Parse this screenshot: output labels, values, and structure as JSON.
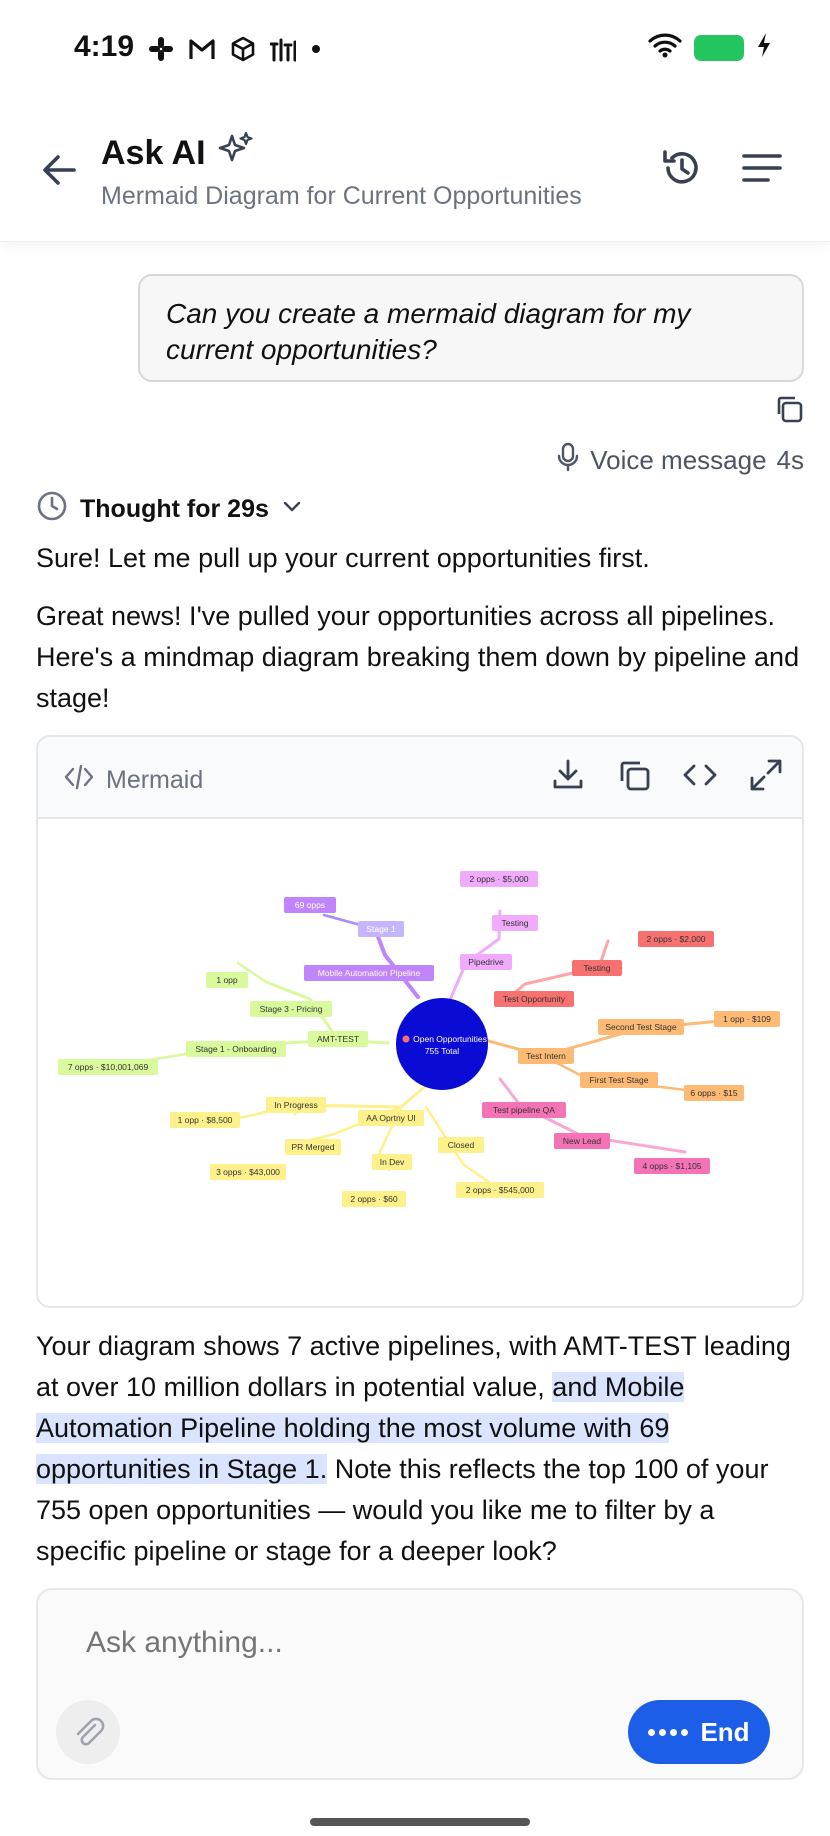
{
  "status_bar": {
    "time": "4:19",
    "icons": [
      "slack-icon",
      "gmail-icon",
      "cube-icon",
      "stats-icon",
      "dot-icon"
    ],
    "battery_color": "#22c55e"
  },
  "header": {
    "title": "Ask AI",
    "subtitle": "Mermaid Diagram for Current Opportunities"
  },
  "user_message": {
    "text": "Can you create a mermaid diagram for my current opportunities?",
    "voice_label": "Voice message",
    "voice_duration": "4s"
  },
  "assistant": {
    "thought_label": "Thought for 29s",
    "intro": "Sure! Let me pull up your current opportunities first.",
    "para": "Great news! I've pulled your opportunities across all pipelines. Here's a mindmap diagram breaking them down by pipeline and stage!",
    "summary_plain": "Your diagram shows 7 active pipelines, with AMT-TEST leading at over 10 million dollars in potential value, ",
    "summary_highlight": "and Mobile Automation Pipeline holding the most volume with 69 opportunities in Stage 1.",
    "summary_rest": " Note this reflects the top 100 of your 755 open opportunities — would you like me to filter by a specific pipeline or stage for a deeper look?"
  },
  "mermaid": {
    "label": "Mermaid",
    "center_line1": "Open Opportunities",
    "center_line2": "755 Total",
    "nodes": {
      "n_stage1_count": "69 opps",
      "n_stage1": "Stage 1",
      "n_map": "Mobile Automation Pipeline",
      "n_1opp": "1 opp",
      "n_pricing": "Stage 3 - Pricing",
      "n_onboarding": "Stage 1 - Onboarding",
      "n_amt": "AMT-TEST",
      "n_7opps": "7 opps · $10,001,069",
      "n_inprog": "In Progress",
      "n_inprog_val": "1 opp · $8,500",
      "n_prmerged": "PR Merged",
      "n_pr_val": "3 opps · $43,000",
      "n_aa": "AA Oprtny UI",
      "n_indev": "In Dev",
      "n_indev_val": "2 opps · $60",
      "n_closed": "Closed",
      "n_closed_val": "2 opps · $545,000",
      "n_pd_val": "2 opps · $5,000",
      "n_pd_testing": "Testing",
      "n_pipedrive": "Pipedrive",
      "n_testopp": "Test Opportunity",
      "n_to_testing": "Testing",
      "n_to_val": "2 opps · $2,000",
      "n_testintern": "Test Intern",
      "n_second": "Second Test Stage",
      "n_second_val": "1 opp · $109",
      "n_first": "First Test Stage",
      "n_first_val": "6 opps · $15",
      "n_qa": "Test pipeline QA",
      "n_newlead": "New Lead",
      "n_newlead_val": "4 opps · $1,105"
    }
  },
  "input": {
    "placeholder": "Ask anything...",
    "end_label": "End"
  },
  "colors": {
    "accent": "#1d5ee8",
    "highlight": "#dbe4ff",
    "center_node": "#0b0bd6"
  }
}
